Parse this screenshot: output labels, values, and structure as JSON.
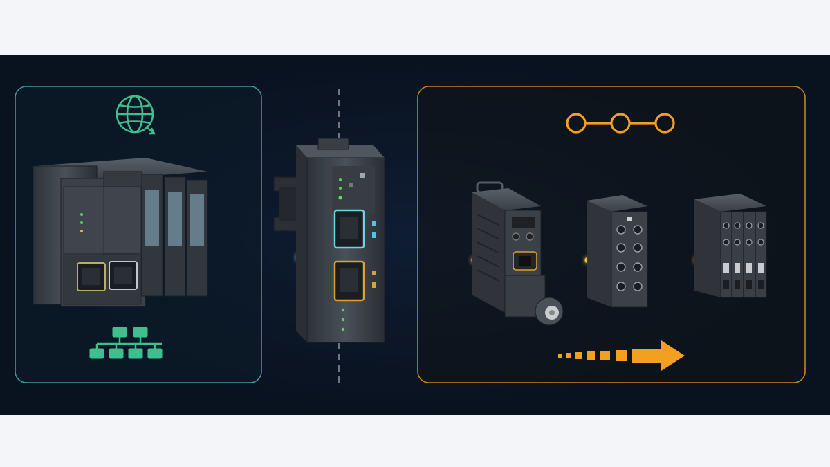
{
  "diagram": {
    "left_panel": {
      "accent": "#4fc3c8",
      "icons": [
        "globe-icon",
        "network-tree-icon"
      ],
      "device": "plc-controller"
    },
    "gateway": {
      "device": "gateway-module",
      "left_port_accent": "#6fd3e6",
      "right_port_accent": "#e0a030"
    },
    "right_panel": {
      "accent": "#e8961e",
      "icons": [
        "ring-topology-icon",
        "data-flow-arrow-icon"
      ],
      "devices": [
        "servo-drive",
        "io-block",
        "terminal-module"
      ]
    },
    "colors": {
      "background": "#09121f",
      "teal": "#4fc3c8",
      "orange": "#f2a020",
      "device": "#3a3f47"
    }
  }
}
